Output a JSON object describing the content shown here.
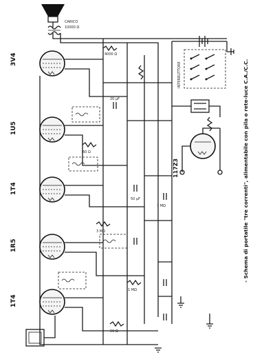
{
  "tubes": [
    {
      "label": "3V4"
    },
    {
      "label": "1U5"
    },
    {
      "label": "1T4"
    },
    {
      "label": "1R5"
    },
    {
      "label": "1T4"
    }
  ],
  "caption": "- Schema di portatile \"tre correnti\", alimentabile con pila o rete-luce C.A./C.C.",
  "rectifier_label": "117Z3",
  "speaker_labels": {
    "cabinet": "CARICO",
    "impedance": "10000 Ω"
  },
  "component_labels": {
    "r1": "4000 Ω",
    "r2": "60 Ω",
    "r3": "3 MΩ",
    "r4": "1 MΩ",
    "r5": "50 Ω",
    "c1": "20 μF",
    "c2": "50 μF",
    "switch": "INTERRUTTORE",
    "filter": "1 MΩ"
  }
}
